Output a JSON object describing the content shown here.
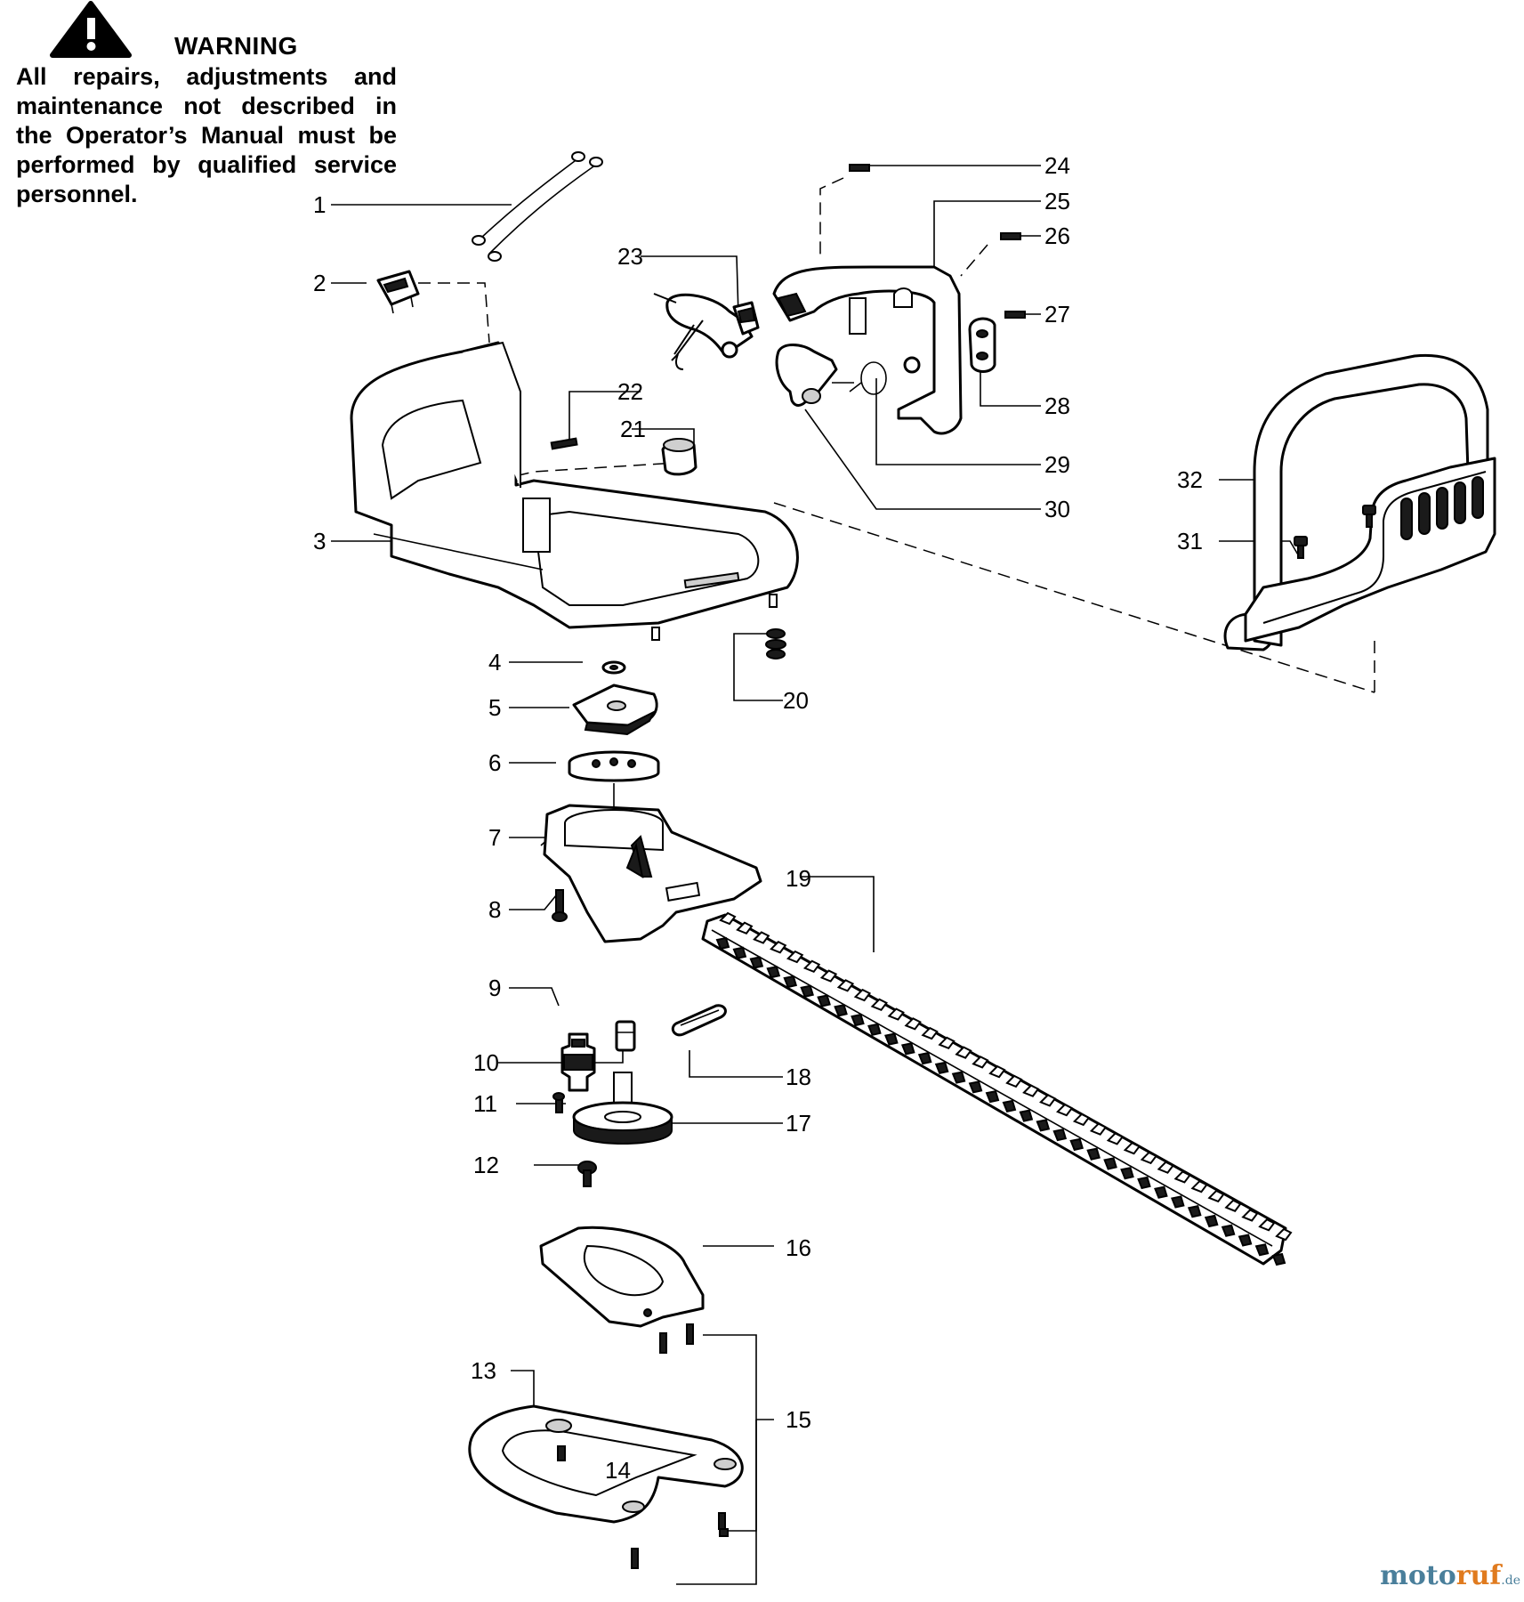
{
  "warning": {
    "title": "WARNING",
    "text": "All repairs, adjustments and maintenance not described in the Operator’s Manual must be performed by qualified service personnel."
  },
  "callouts": [
    "1",
    "2",
    "3",
    "4",
    "5",
    "6",
    "7",
    "8",
    "9",
    "10",
    "11",
    "12",
    "13",
    "14",
    "15",
    "16",
    "17",
    "18",
    "19",
    "20",
    "21",
    "22",
    "23",
    "24",
    "25",
    "26",
    "27",
    "28",
    "29",
    "30",
    "31",
    "32"
  ],
  "watermark": {
    "part1": "moto",
    "part2": "ruf",
    "part3": ".de"
  },
  "icons": {
    "warning": "warning-triangle-icon"
  }
}
